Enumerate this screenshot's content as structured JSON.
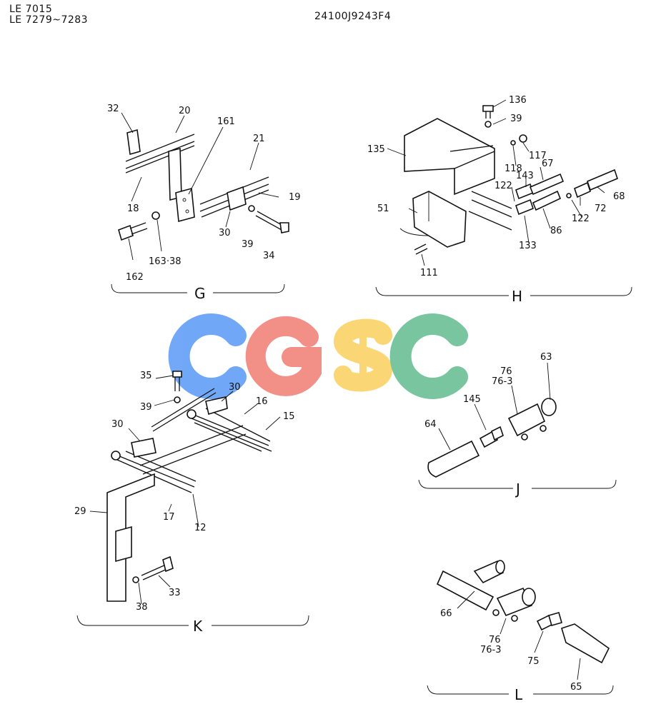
{
  "header": {
    "models_line1": "LE 7015",
    "models_line2": "LE 7279~7283",
    "part_number": "24100J9243F4"
  },
  "watermark": {
    "text": "CGSC",
    "letters": [
      {
        "char": "C",
        "color": "#6aa3f7"
      },
      {
        "char": "G",
        "color": "#f28b82"
      },
      {
        "char": "S",
        "color": "#fbd46d"
      },
      {
        "char": "C",
        "color": "#72c29b"
      }
    ]
  },
  "sections": {
    "g": {
      "label": "G",
      "callouts": [
        "32",
        "20",
        "161",
        "21",
        "18",
        "19",
        "162",
        "163·38",
        "30",
        "39",
        "34"
      ]
    },
    "h": {
      "label": "H",
      "callouts": [
        "136",
        "39",
        "135",
        "117",
        "118",
        "143",
        "67",
        "122",
        "51",
        "72",
        "68",
        "122",
        "133",
        "86",
        "111"
      ]
    },
    "k": {
      "label": "K",
      "callouts": [
        "35",
        "39",
        "30",
        "16",
        "15",
        "30",
        "29",
        "17",
        "12",
        "33",
        "38"
      ]
    },
    "j": {
      "label": "J",
      "callouts": [
        "76",
        "76-3",
        "63",
        "145",
        "64"
      ]
    },
    "l": {
      "label": "L",
      "callouts": [
        "66",
        "76",
        "76-3",
        "75",
        "65"
      ]
    }
  }
}
